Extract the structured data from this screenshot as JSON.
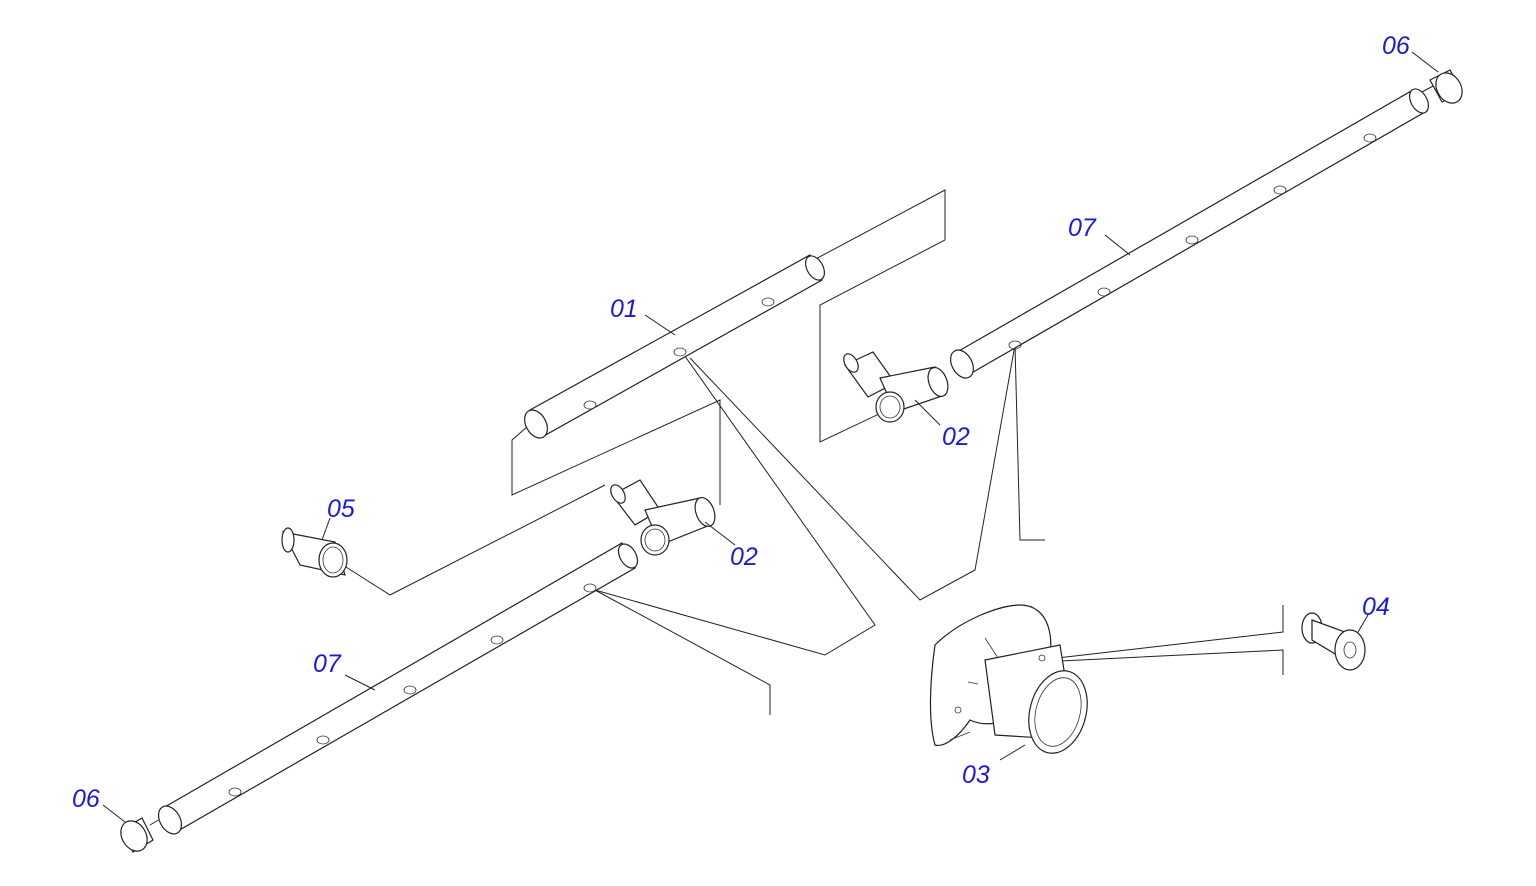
{
  "diagram": {
    "label_color": "#1a1ad6",
    "labels": {
      "p01": "01",
      "p02_left": "02",
      "p02_right": "02",
      "p03": "03",
      "p04": "04",
      "p05": "05",
      "p06_top": "06",
      "p06_bottom": "06",
      "p07_top": "07",
      "p07_bottom": "07"
    }
  }
}
